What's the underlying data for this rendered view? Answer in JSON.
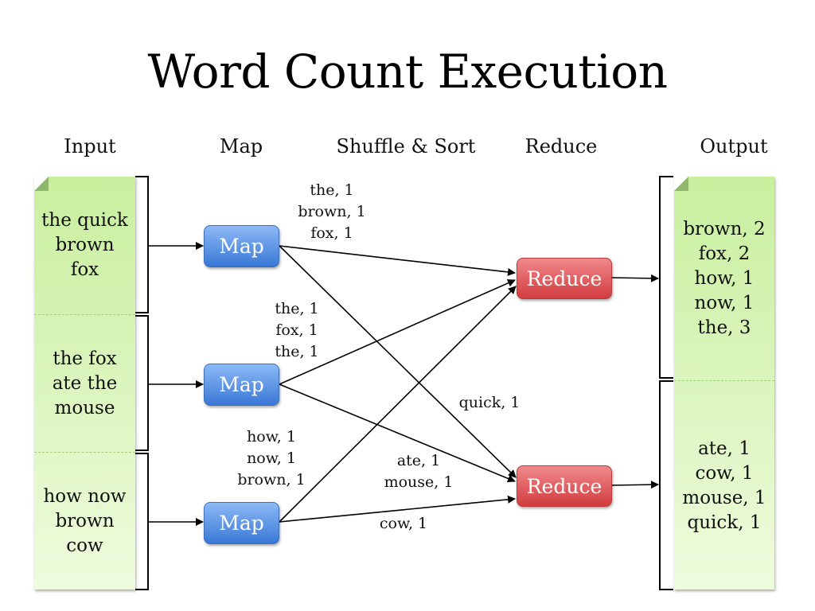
{
  "title": "Word Count Execution",
  "columns": {
    "input": "Input",
    "map": "Map",
    "shuffle": "Shuffle & Sort",
    "reduce": "Reduce",
    "output": "Output"
  },
  "inputs": [
    "the quick\nbrown\nfox",
    "the fox\nate the\nmouse",
    "how now\nbrown\ncow"
  ],
  "map_nodes": [
    "Map",
    "Map",
    "Map"
  ],
  "reduce_nodes": [
    "Reduce",
    "Reduce"
  ],
  "map_outputs": [
    "the, 1\nbrown, 1\nfox, 1",
    "the, 1\nfox, 1\nthe, 1",
    "how, 1\nnow, 1\nbrown, 1"
  ],
  "shuffle_labels": {
    "quick": "quick, 1",
    "ate_mouse": "ate, 1\nmouse, 1",
    "cow": "cow, 1"
  },
  "outputs": [
    "brown, 2\nfox, 2\nhow, 1\nnow, 1\nthe, 3",
    "ate, 1\ncow, 1\nmouse, 1\nquick, 1"
  ],
  "colors": {
    "input_page": "#c8ef9e",
    "map_node": "#4f8de0",
    "reduce_node": "#e05558"
  }
}
